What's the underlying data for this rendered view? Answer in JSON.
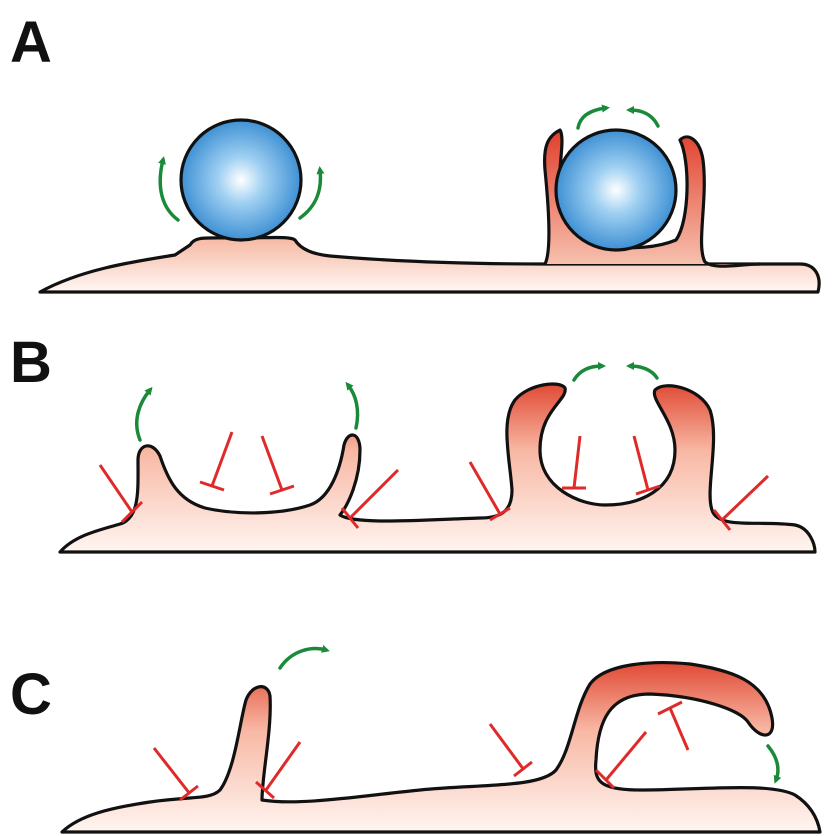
{
  "panels": [
    {
      "letter": "A"
    },
    {
      "letter": "B"
    },
    {
      "letter": "C"
    }
  ],
  "colors": {
    "membrane_outline": "#111111",
    "cytoplasm_light": "#fde8e2",
    "cytoplasm_dark": "#e04a35",
    "bead_blue": "#2f8fd4",
    "bead_highlight": "#ffffff",
    "growth_arrow": "#1a8a3a",
    "inhibition": "#e02a2a"
  },
  "icons": {
    "growth": "curved-arrow-icon",
    "inhibition": "t-bar-inhibition-icon",
    "particle": "bead-icon"
  }
}
